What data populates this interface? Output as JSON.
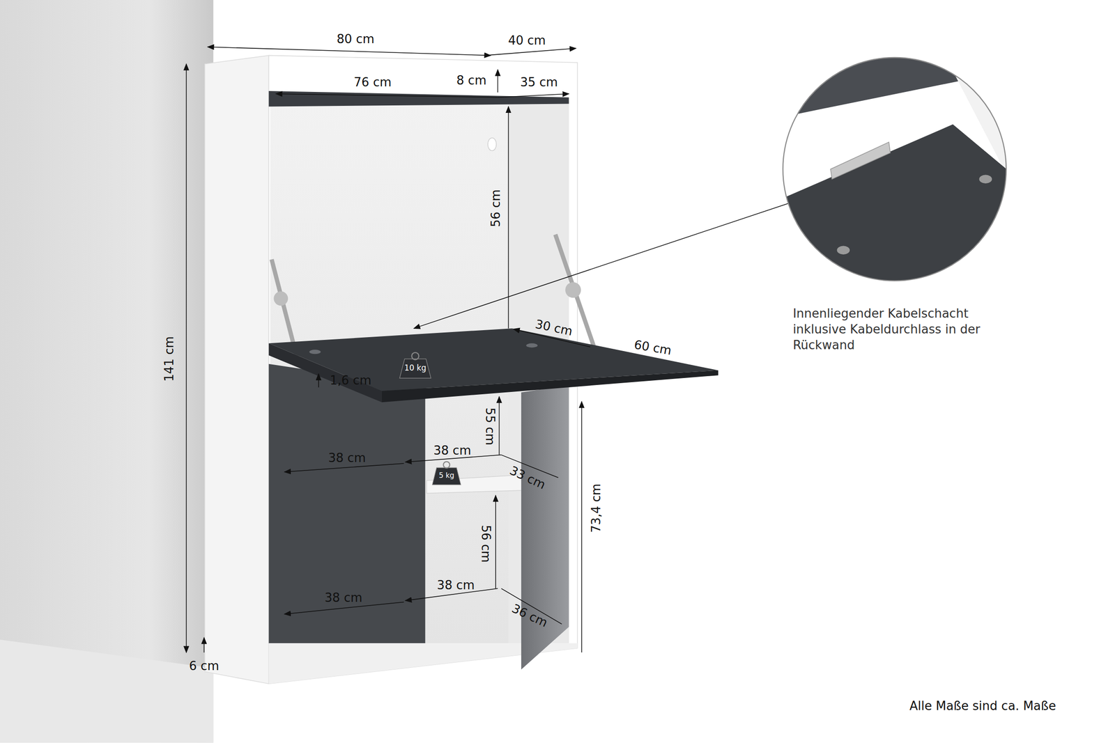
{
  "diagram": {
    "labels": [
      "80 cm",
      "40 cm",
      "76 cm",
      "8 cm",
      "35 cm",
      "56 cm",
      "141 cm",
      "30 cm",
      "60 cm",
      "1,6 cm",
      "10 kg",
      "55 cm",
      "38 cm",
      "38 cm",
      "33 cm",
      "5 kg",
      "73,4 cm",
      "56 cm",
      "38 cm",
      "38 cm",
      "36 cm",
      "6 cm",
      "Innenliegender Kabelschacht inklusive Kabeldurchlass in der Rückwand",
      "Alle Maße sind ca. Maße"
    ]
  }
}
